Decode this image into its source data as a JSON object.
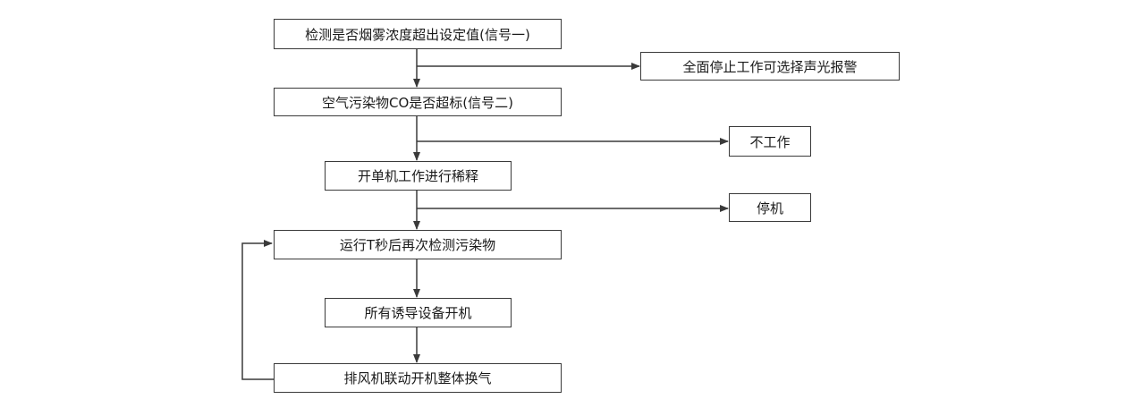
{
  "flowchart": {
    "steps": {
      "detect_smoke": "检测是否烟雾浓度超出设定值(信号一)",
      "stop_alarm": "全面停止工作可选择声光报警",
      "co_check": "空气污染物CO是否超标(信号二)",
      "not_working": "不工作",
      "single_dilution": "开单机工作进行稀释",
      "shutdown": "停机",
      "recheck": "运行T秒后再次检测污染物",
      "induction_on": "所有诱导设备开机",
      "exhaust_linked": "排风机联动开机整体换气"
    },
    "colors": {
      "line": "#3a3a3a",
      "border": "#3a3a3a",
      "text": "#1a1a1a"
    }
  }
}
